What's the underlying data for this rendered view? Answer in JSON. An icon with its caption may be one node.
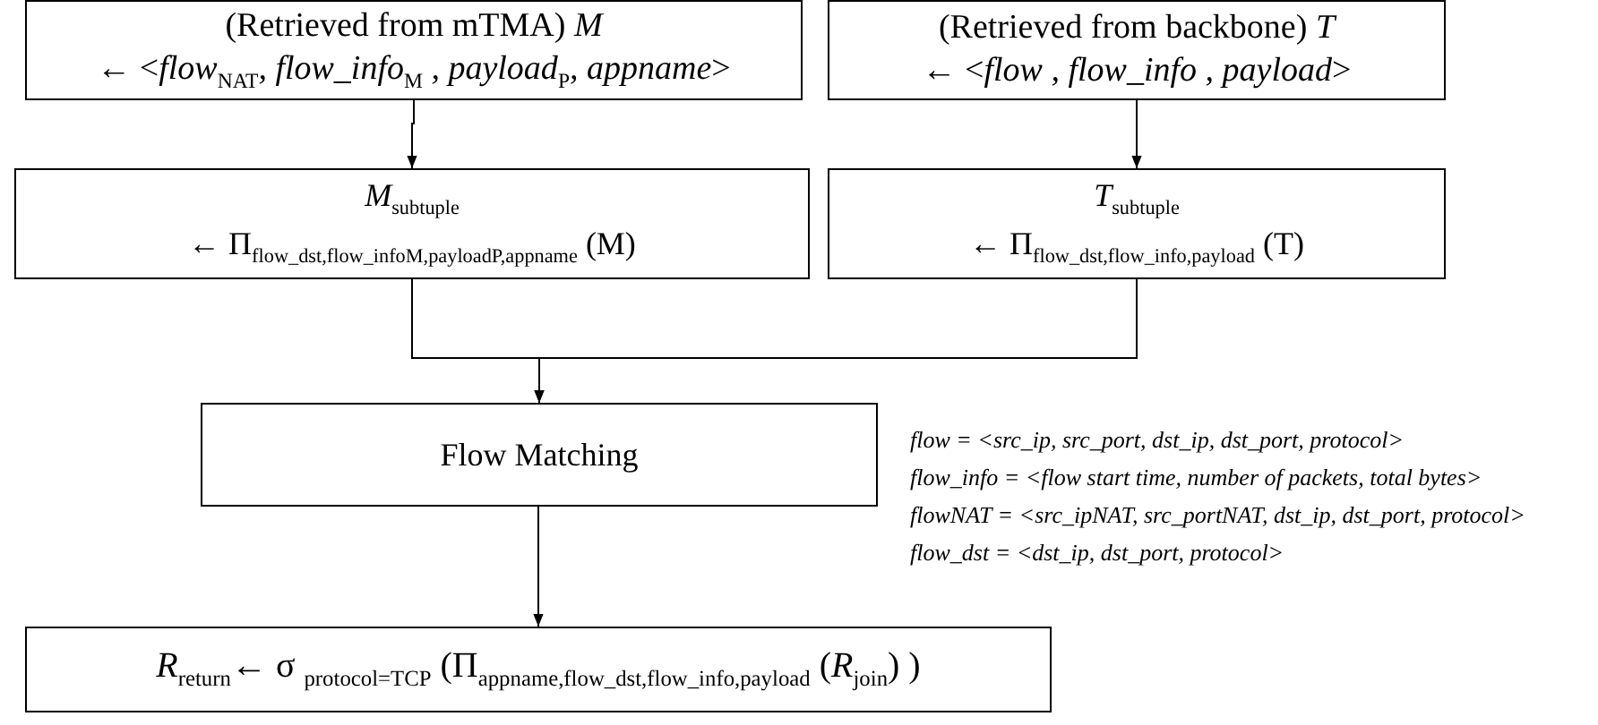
{
  "diagram": {
    "nodes": [
      {
        "text": [
          "(Retrieved from mTMA) *M*",
          "← <*flow*$_{NAT}$*, flow_info*$_{M}$ *, payload*$_{P}$*, appname*>"
        ]
      },
      {
        "text": [
          "(Retrieved from backbone) *T*",
          "← <*flow , flow_info , payload*>"
        ]
      },
      {
        "text": [
          "*M*$_{subtuple}$",
          "← Π$_{flow_dst,flow_infoM,payloadP,appname}$ (M)"
        ]
      },
      {
        "text": [
          "*T*$_{subtuple}$",
          "← Π$_{flow_dst,flow_info,payload}$ (T)"
        ]
      },
      {
        "text": [
          "Flow Matching"
        ]
      },
      {
        "text": [
          "*R*$_{return}$← σ $_{protocol=TCP}$ (Π$_{appname,flow_dst,flow_info,payload}$ (*R*$_{join}$) )"
        ]
      }
    ],
    "edges": [
      {
        "from": 0,
        "to": 2,
        "arrow": "to"
      },
      {
        "from": 1,
        "to": 3,
        "arrow": "to"
      },
      {
        "from": 2,
        "to": 4,
        "arrow": "to"
      },
      {
        "from": 3,
        "to": 4,
        "arrow": "to"
      },
      {
        "from": 4,
        "to": 5,
        "arrow": "to"
      }
    ],
    "labels": [
      "flow = <src_ip, src_port, dst_ip, dst_port, protocol>",
      "flow_info = <flow start time, number of packets, total bytes>",
      "flowNAT = <src_ipNAT, src_portNAT, dst_ip, dst_port, protocol>",
      "flow_dst = <dst_ip, dst_port, protocol>"
    ]
  }
}
